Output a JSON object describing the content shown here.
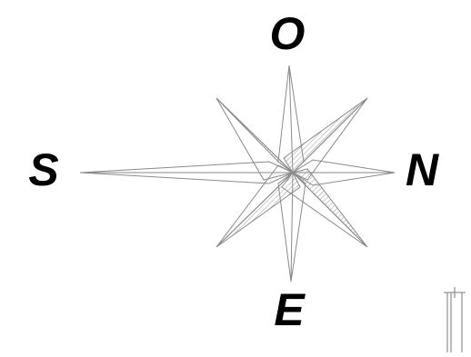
{
  "compass": {
    "labels": {
      "top": "O",
      "left": "S",
      "right": "N",
      "bottom": "E"
    },
    "colors": {
      "ink": "#000000",
      "line": "#8a8a8a",
      "hatch": "#9a9a9a",
      "background": "#ffffff"
    }
  }
}
